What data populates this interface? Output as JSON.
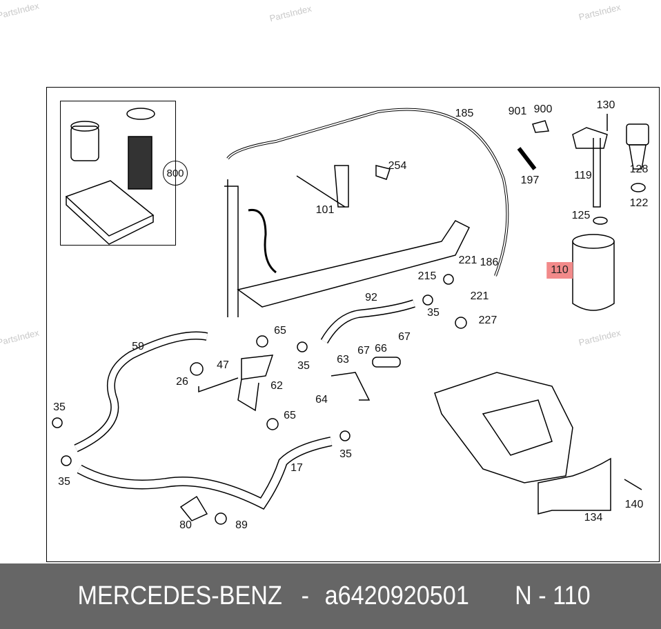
{
  "watermark": "PartsIndex",
  "diagram": {
    "highlight_color": "#f28a8a",
    "inset_label": "800",
    "highlighted_part": "110",
    "labels": [
      "185",
      "901",
      "900",
      "130",
      "254",
      "197",
      "119",
      "128",
      "122",
      "101",
      "125",
      "221",
      "186",
      "215",
      "221",
      "92",
      "35",
      "227",
      "65",
      "59",
      "47",
      "35",
      "67",
      "66",
      "67",
      "63",
      "26",
      "62",
      "64",
      "35",
      "65",
      "35",
      "17",
      "35",
      "134",
      "140",
      "80",
      "89"
    ]
  },
  "footer": {
    "brand": "MERCEDES-BENZ",
    "separator": "-",
    "part_number": "a6420920501",
    "position": "N - 110"
  }
}
